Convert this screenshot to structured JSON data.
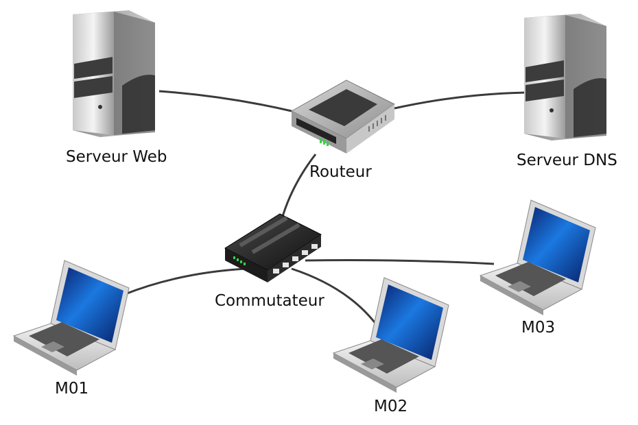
{
  "diagram": {
    "nodes": [
      {
        "id": "web",
        "label": "Serveur Web",
        "kind": "server-icon"
      },
      {
        "id": "dns",
        "label": "Serveur DNS",
        "kind": "server-icon"
      },
      {
        "id": "router",
        "label": "Routeur",
        "kind": "router-icon"
      },
      {
        "id": "switch",
        "label": "Commutateur",
        "kind": "switch-icon"
      },
      {
        "id": "m01",
        "label": "M01",
        "kind": "laptop-icon"
      },
      {
        "id": "m02",
        "label": "M02",
        "kind": "laptop-icon"
      },
      {
        "id": "m03",
        "label": "M03",
        "kind": "laptop-icon"
      }
    ],
    "links": [
      {
        "from": "web",
        "to": "router"
      },
      {
        "from": "router",
        "to": "dns"
      },
      {
        "from": "router",
        "to": "switch"
      },
      {
        "from": "switch",
        "to": "m01"
      },
      {
        "from": "switch",
        "to": "m02"
      },
      {
        "from": "switch",
        "to": "m03"
      }
    ],
    "colors": {
      "cable": "#3a3a3a",
      "screen": "#1a6fd6",
      "led": "#39d24a"
    }
  }
}
